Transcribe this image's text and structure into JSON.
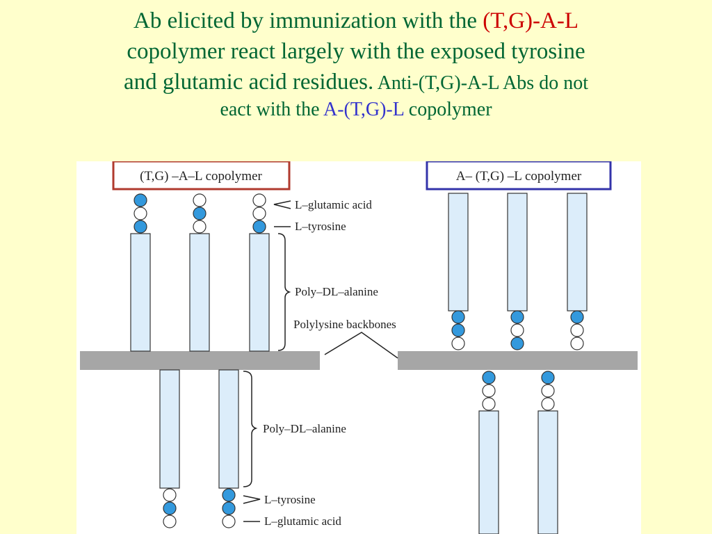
{
  "title": {
    "line1_a": "Ab elicited by immunization with the ",
    "line1_hl": "(T,G)-A-L",
    "line2": "copolymer react largely with the exposed tyrosine",
    "line3_a": "and glutamic acid residues.",
    "line3_b": " Anti-(T,G)-A-L Abs do not",
    "line4_a": "eact with the ",
    "line4_hl": "A-(T,G)-L",
    "line4_b": " copolymer"
  },
  "figure": {
    "left_box_label": "(T,G) –A–L copolymer",
    "right_box_label": "A– (T,G) –L copolymer",
    "labels": {
      "glutamic_top": "L–glutamic acid",
      "tyrosine_top": "L–tyrosine",
      "alanine_top": "Poly–DL–alanine",
      "backbone": "Polylysine backbones",
      "alanine_bottom": "Poly–DL–alanine",
      "tyrosine_bottom": "L–tyrosine",
      "glutamic_bottom": "L–glutamic acid"
    },
    "colors": {
      "tyrosine": "#3399dd",
      "glutamic": "#ffffff",
      "alanine_column": "#dcedfa",
      "backbone": "#a6a6a6",
      "left_box_border": "#b03a2e",
      "right_box_border": "#3333aa"
    }
  }
}
